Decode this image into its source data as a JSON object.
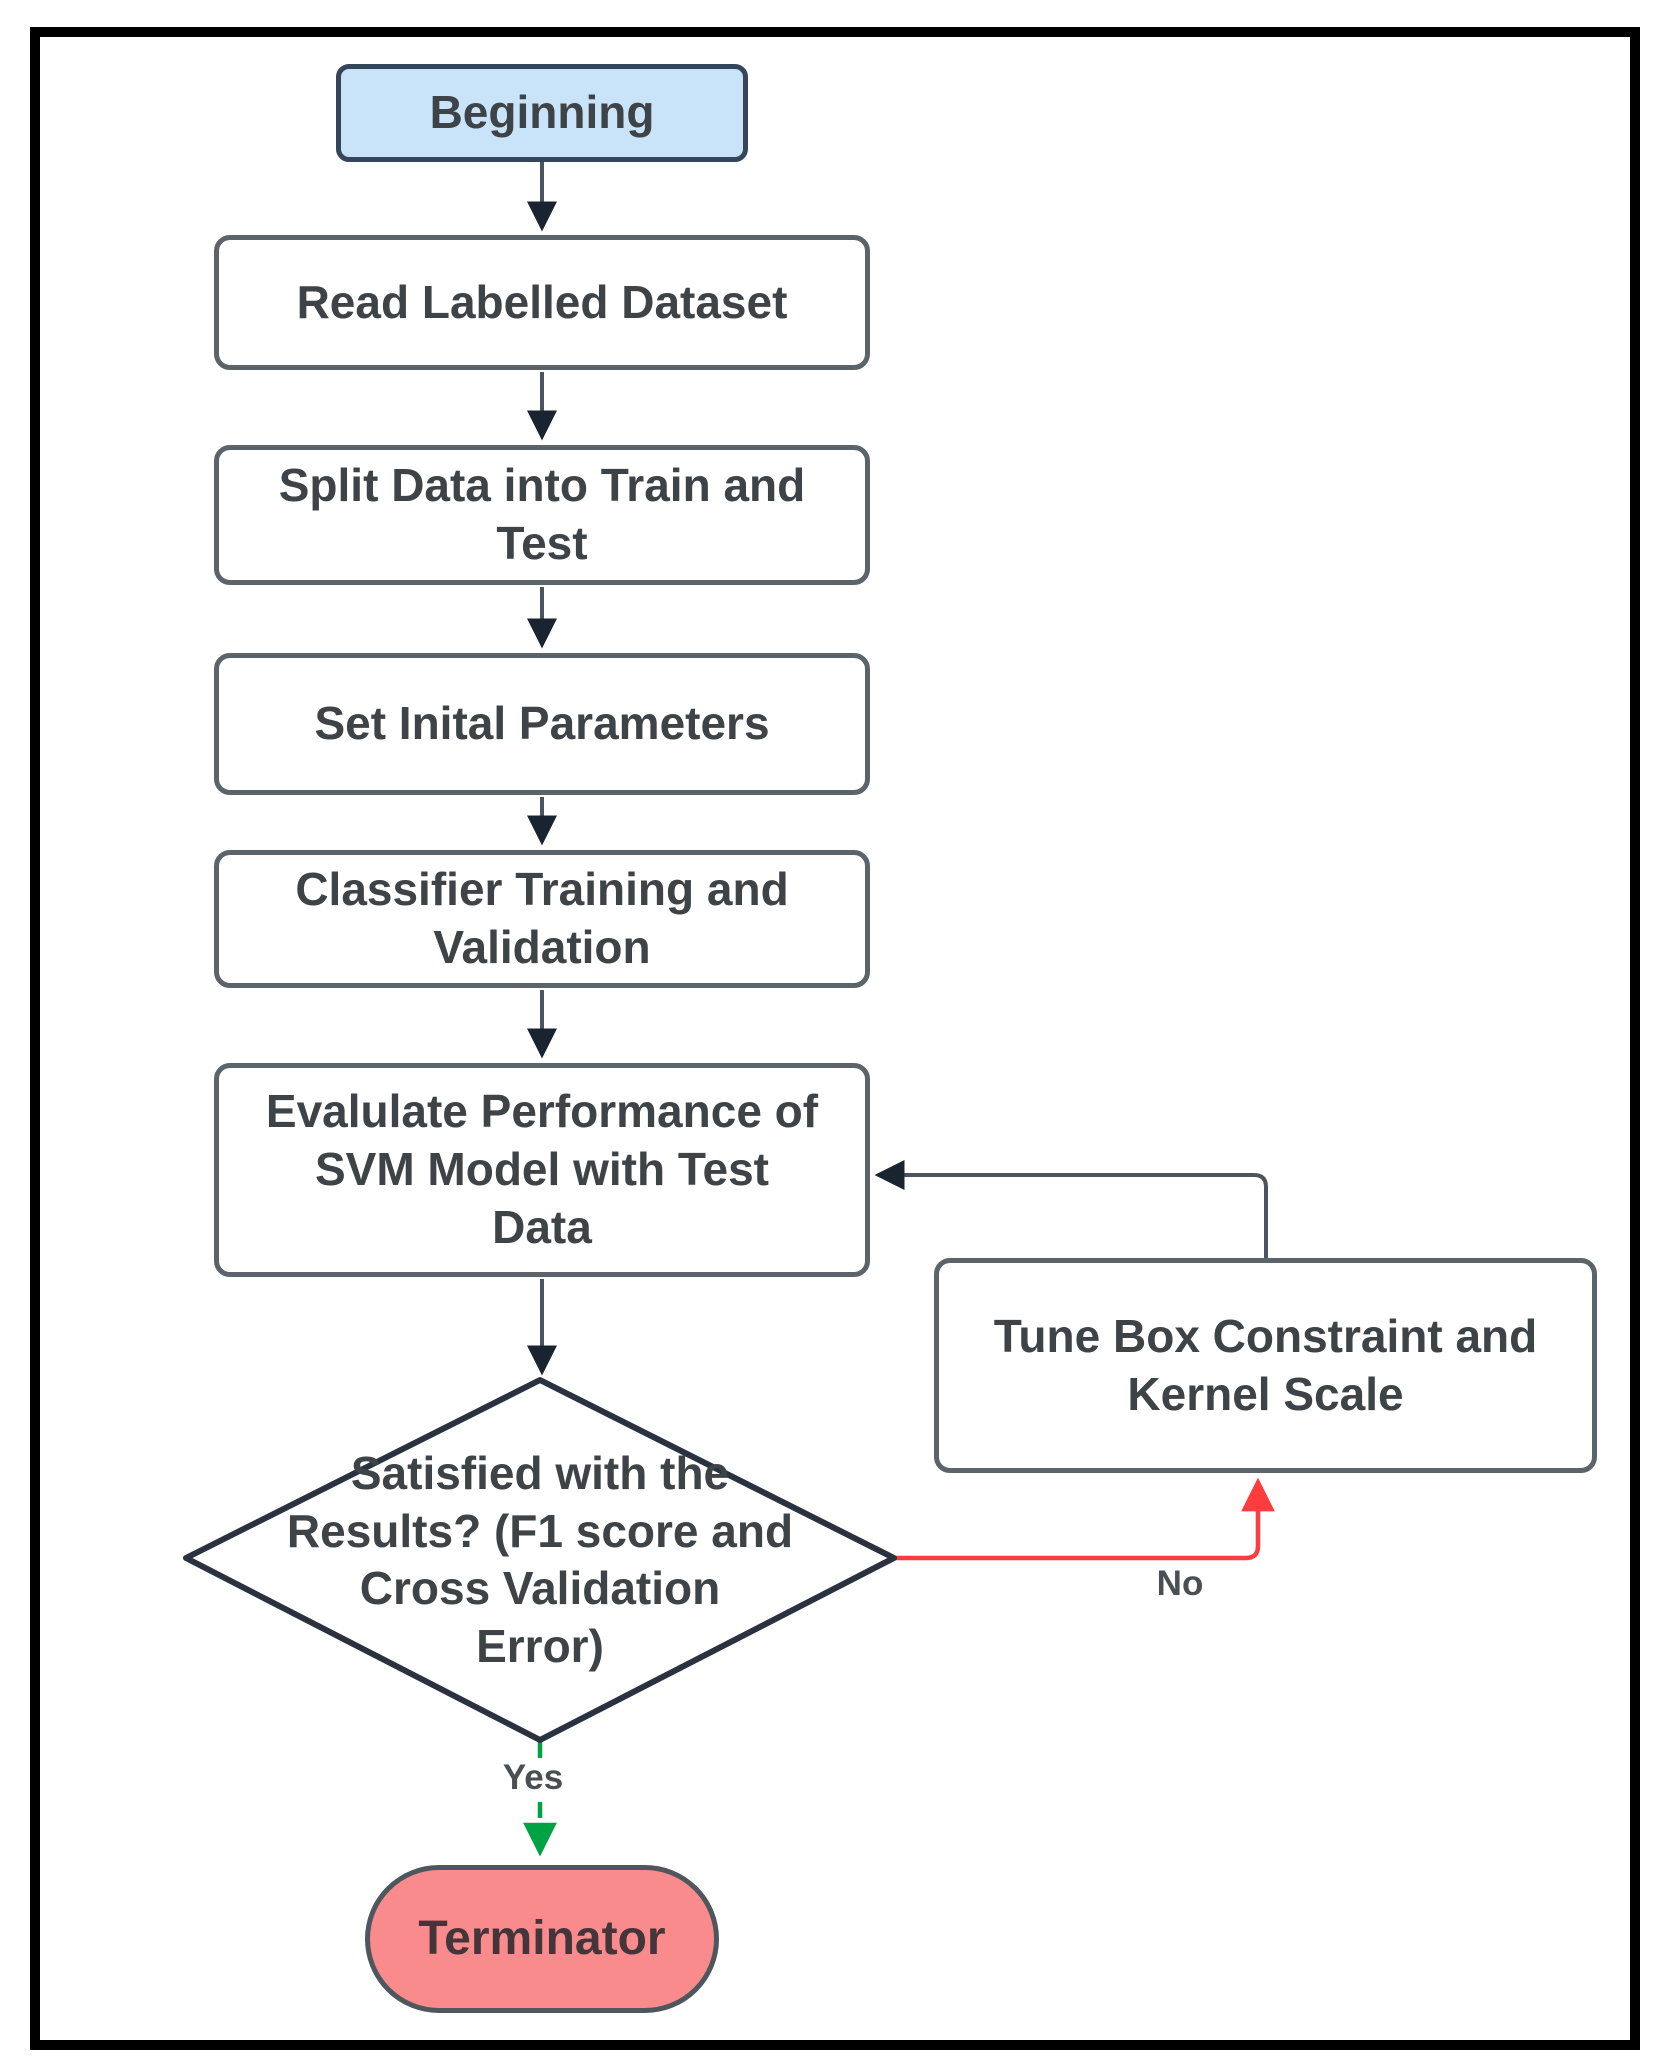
{
  "flowchart": {
    "nodes": {
      "beginning": {
        "label": "Beginning",
        "fill": "#c9e4f9"
      },
      "read_dataset": {
        "label": "Read Labelled Dataset",
        "fill": "#ffffff"
      },
      "split_data": {
        "label": "Split Data into Train and\nTest",
        "fill": "#ffffff"
      },
      "set_parameters": {
        "label": "Set Inital Parameters",
        "fill": "#ffffff"
      },
      "classifier_training": {
        "label": "Classifier Training and\nValidation",
        "fill": "#ffffff"
      },
      "evaluate_performance": {
        "label": "Evalulate Performance of\nSVM Model with Test\nData",
        "fill": "#ffffff"
      },
      "decision": {
        "label": "Satisfied with the\nResults? (F1 score and\nCross Validation\nError)",
        "fill": "#ffffff"
      },
      "tune_parameters": {
        "label": "Tune Box Constraint and\nKernel Scale",
        "fill": "#ffffff"
      },
      "terminator": {
        "label": "Terminator",
        "fill": "#f98b8d"
      }
    },
    "edges": {
      "yes": {
        "label": "Yes",
        "color": "#00a344"
      },
      "no": {
        "label": "No",
        "color": "#fd3c3e"
      },
      "connector_color": "#4b5560",
      "arrowhead_color": "#1a2430"
    }
  }
}
